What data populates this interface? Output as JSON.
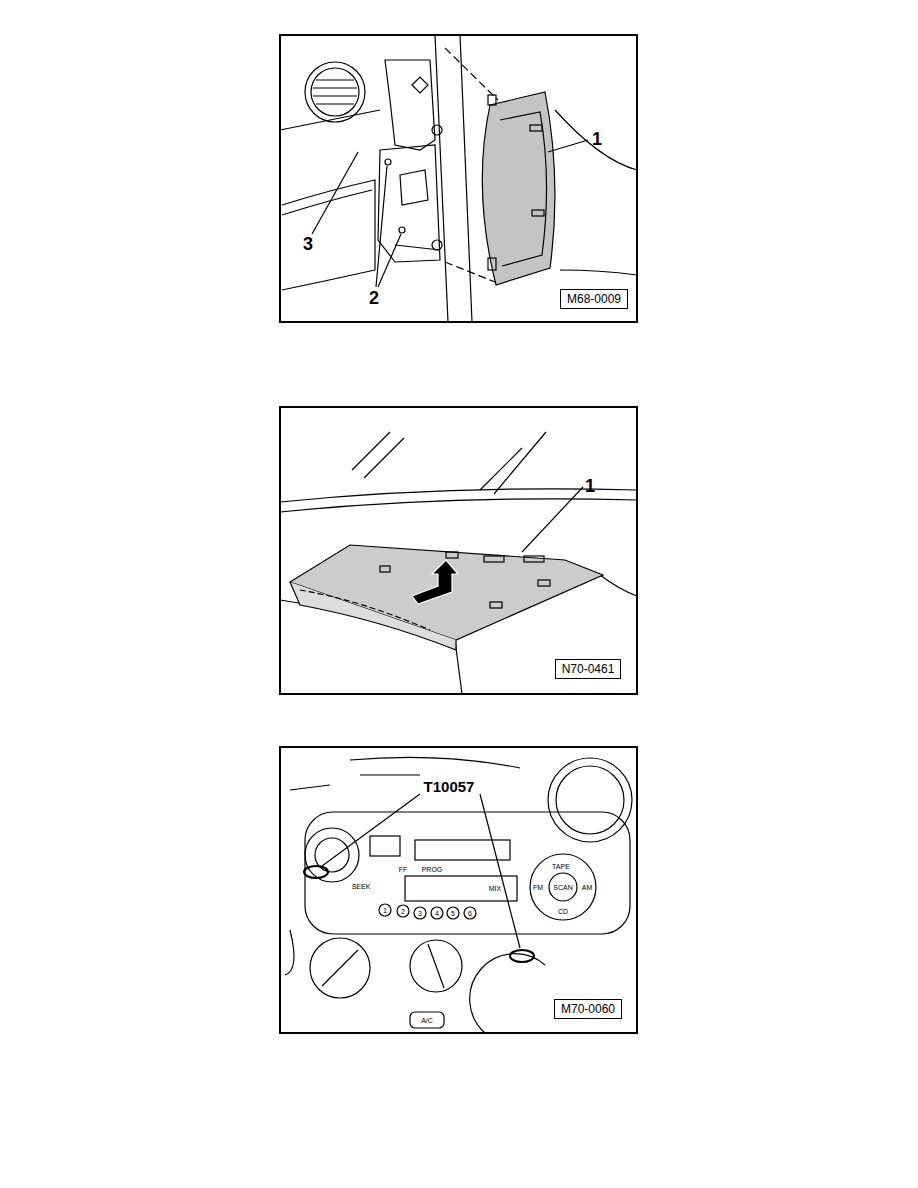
{
  "diagram": {
    "nodes": [
      {
        "text": [
          "M68-0009"
        ]
      },
      {
        "text": [
          "N70-0461"
        ]
      },
      {
        "text": [
          "M70-0060"
        ]
      }
    ],
    "labels": [
      "1",
      "3",
      "2",
      "1",
      "T10057",
      "SEEK",
      "FF",
      "PROG",
      "MIX",
      "TAPE",
      "FM",
      "SCAN",
      "AM",
      "CD",
      "1",
      "2",
      "3",
      "4",
      "5",
      "6",
      "A/C"
    ]
  }
}
